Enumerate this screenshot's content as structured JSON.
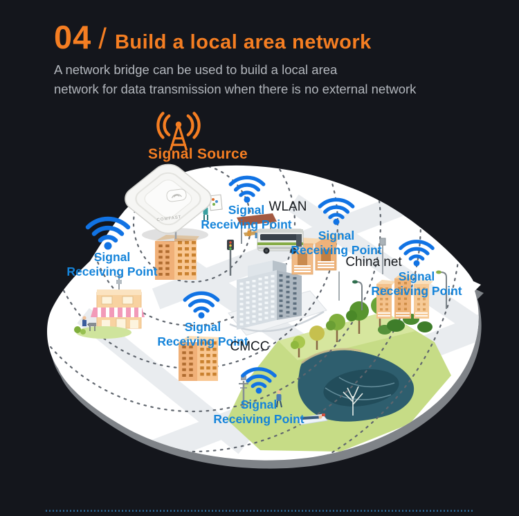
{
  "colors": {
    "background": "#14161c",
    "accent_orange": "#f57e22",
    "wifi_blue": "#1173e4",
    "label_blue": "#1584da",
    "subtitle_gray": "#b3b7bd",
    "map_white": "#ffffff"
  },
  "header": {
    "number": "04",
    "separator": "/",
    "title": "Build a local area network",
    "subtitle_line1": "A network bridge can be used to build a local area",
    "subtitle_line2": "network for data transmission when there is no external network"
  },
  "diagram": {
    "signal_source_label": "Signal Source",
    "device_brand": "COMFAST",
    "receiving_point": {
      "line1": "Signal",
      "line2": "Receiving Point"
    },
    "carrier_labels": {
      "wlan": "WLAN",
      "china_net": "China net",
      "cmcc": "CMCC"
    }
  }
}
